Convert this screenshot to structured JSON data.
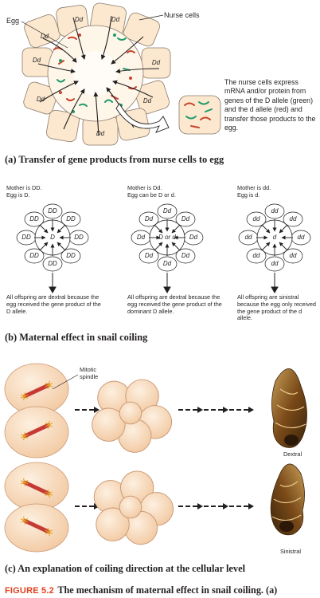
{
  "panel_a": {
    "egg_label": "Egg",
    "nurse_label": "Nurse cells",
    "cell_genotype": "Dd",
    "description": "The nurse cells express mRNA and/or protein from genes of the D allele (green) and the d allele (red) and transfer those products to the egg.",
    "caption": "(a) Transfer of gene products from nurse cells to egg",
    "colors": {
      "nurse_cell_fill": "#fbe8cf",
      "egg_fill": "#fdf6e9",
      "d_dominant_green": "#1f9a6a",
      "d_recessive_red": "#c8432b"
    }
  },
  "panel_b": {
    "caption": "(b) Maternal effect in snail coiling",
    "cases": [
      {
        "header_line1": "Mother is DD.",
        "header_line2": "Egg is D.",
        "nurse_label": "DD",
        "egg_label": "D",
        "result": "All offspring are dextral because the egg received the gene product of the D allele."
      },
      {
        "header_line1": "Mother is Dd.",
        "header_line2": "Egg can be D or d.",
        "nurse_label": "Dd",
        "egg_label": "D or d",
        "result": "All offspring are dextral because the egg received the gene product of the dominant D allele."
      },
      {
        "header_line1": "Mother is dd.",
        "header_line2": "Egg is d.",
        "nurse_label": "dd",
        "egg_label": "d",
        "result": "All offspring are sinistral because the egg only received the gene product of the d allele."
      }
    ]
  },
  "panel_c": {
    "spindle_label": "Mitotic spindle",
    "dextral_label": "Dextral",
    "sinistral_label": "Sinistral",
    "caption": "(c) An explanation of coiling direction at the cellular level",
    "colors": {
      "embryo_fill": "#fae0c6",
      "spindle_red": "#c63a34",
      "spindle_gold": "#e3a21e",
      "shell_brown": "#8a5a22"
    }
  },
  "figure": {
    "number": "FIGURE 5.2",
    "title": "The mechanism of maternal effect in snail coiling. (a)"
  }
}
